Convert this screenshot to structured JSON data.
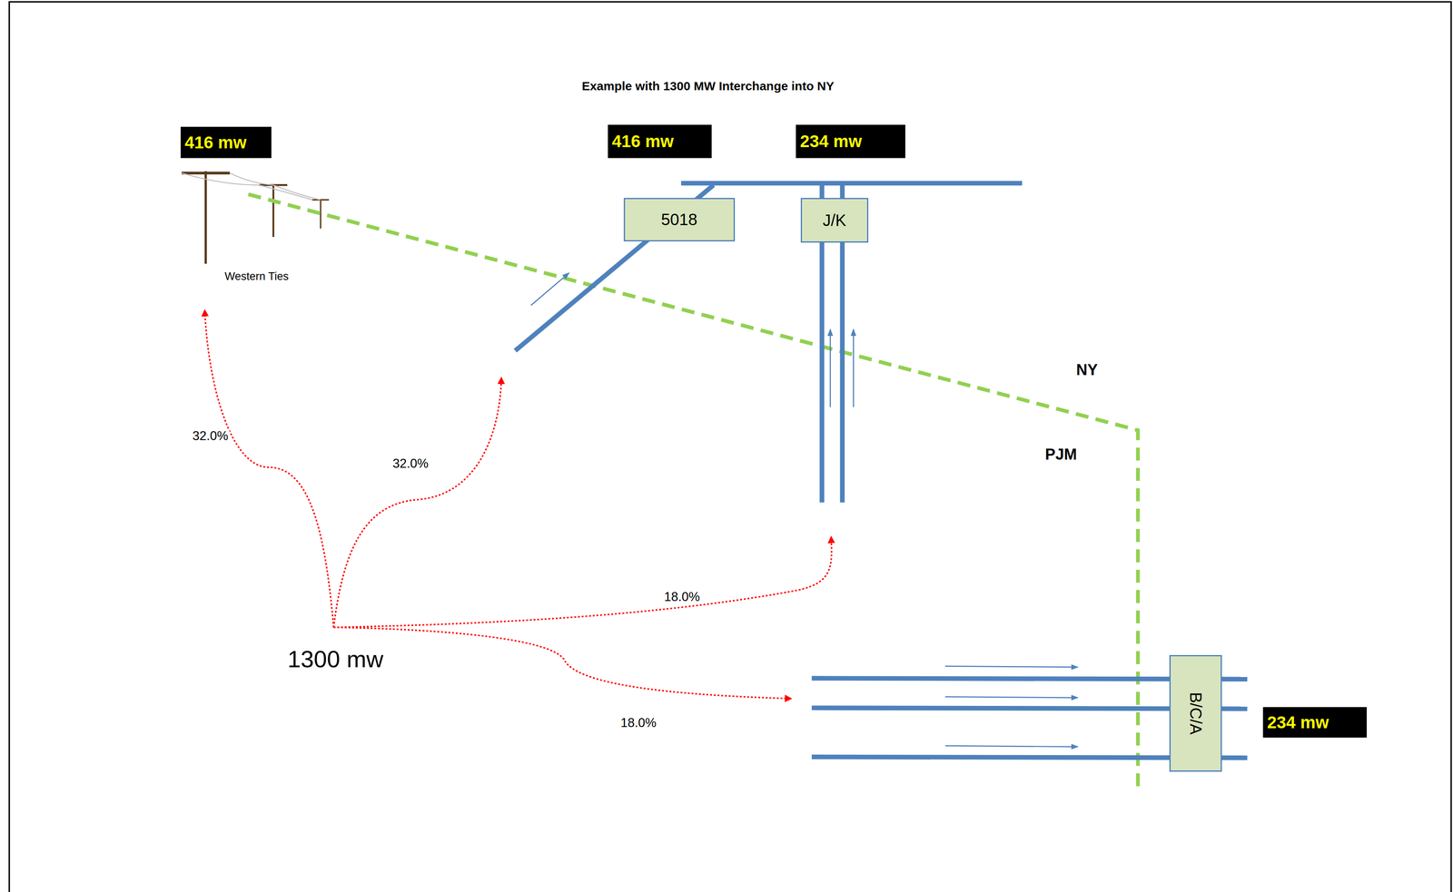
{
  "diagram": {
    "title": "Example with 1300 MW Interchange into NY",
    "nodes": [
      {
        "text": [
          "416 mw"
        ]
      },
      {
        "text": [
          "416 mw"
        ]
      },
      {
        "text": [
          "234 mw"
        ]
      },
      {
        "text": [
          "5018"
        ]
      },
      {
        "text": [
          "J/K"
        ]
      },
      {
        "text": [
          "B/C/A"
        ]
      },
      {
        "text": [
          "234 mw"
        ]
      }
    ],
    "labels": [
      "Western Ties",
      "NY",
      "PJM",
      "1300 mw",
      "32.0%",
      "32.0%",
      "18.0%",
      "18.0%"
    ]
  }
}
